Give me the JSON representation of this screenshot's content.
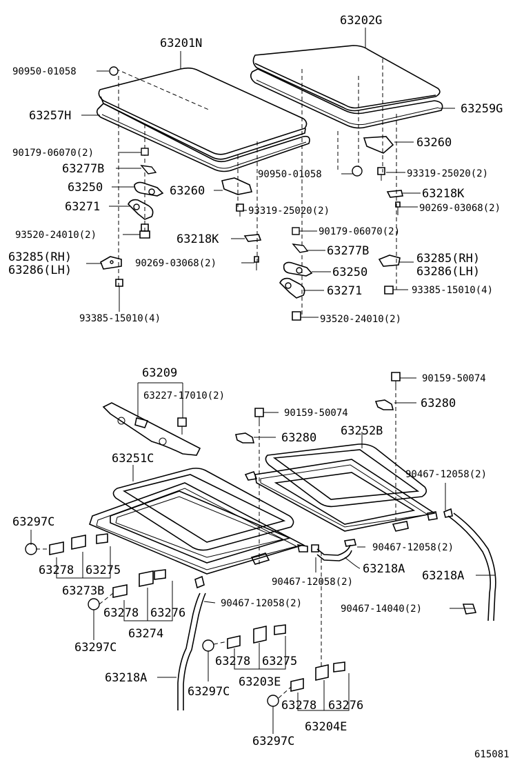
{
  "labels": {
    "p63201N": "63201N",
    "p63202G": "63202G",
    "p90950_a": "90950-01058",
    "p90950_b": "90950-01058",
    "p63257H": "63257H",
    "p63259G": "63259G",
    "p90179_a": "90179-06070(2)",
    "p90179_b": "90179-06070(2)",
    "p63277B_a": "63277B",
    "p63277B_b": "63277B",
    "p63250_a": "63250",
    "p63250_b": "63250",
    "p63271_a": "63271",
    "p63271_b": "63271",
    "p93520_a": "93520-24010(2)",
    "p93520_b": "93520-24010(2)",
    "p63285_a": "63285(RH)",
    "p63286_a": "63286(LH)",
    "p63285_b": "63285(RH)",
    "p63286_b": "63286(LH)",
    "p93385_a": "93385-15010(4)",
    "p93385_b": "93385-15010(4)",
    "p63260_a": "63260",
    "p63260_b": "63260",
    "p93319_a": "93319-25020(2)",
    "p93319_b": "93319-25020(2)",
    "p63218K_a": "63218K",
    "p63218K_b": "63218K",
    "p90269_a": "90269-03068(2)",
    "p90269_b": "90269-03068(2)",
    "p63209": "63209",
    "p63227": "63227-17010(2)",
    "p90159_a": "90159-50074",
    "p90159_b": "90159-50074",
    "p63280_a": "63280",
    "p63280_b": "63280",
    "p63252B": "63252B",
    "p63251C": "63251C",
    "p90467_a": "90467-12058(2)",
    "p90467_b": "90467-12058(2)",
    "p90467_c": "90467-12058(2)",
    "p90467_d": "90467-12058(2)",
    "p90467_14040": "90467-14040(2)",
    "p63218A_a": "63218A",
    "p63218A_b": "63218A",
    "p63218A_c": "63218A",
    "p63297C_a": "63297C",
    "p63297C_b": "63297C",
    "p63297C_c": "63297C",
    "p63297C_d": "63297C",
    "p63278_a": "63278",
    "p63278_b": "63278",
    "p63278_c": "63278",
    "p63278_d": "63278",
    "p63275_a": "63275",
    "p63275_b": "63275",
    "p63273B": "63273B",
    "p63276_a": "63276",
    "p63276_b": "63276",
    "p63274": "63274",
    "p63203E": "63203E",
    "p63204E": "63204E",
    "figure_id": "615081"
  }
}
